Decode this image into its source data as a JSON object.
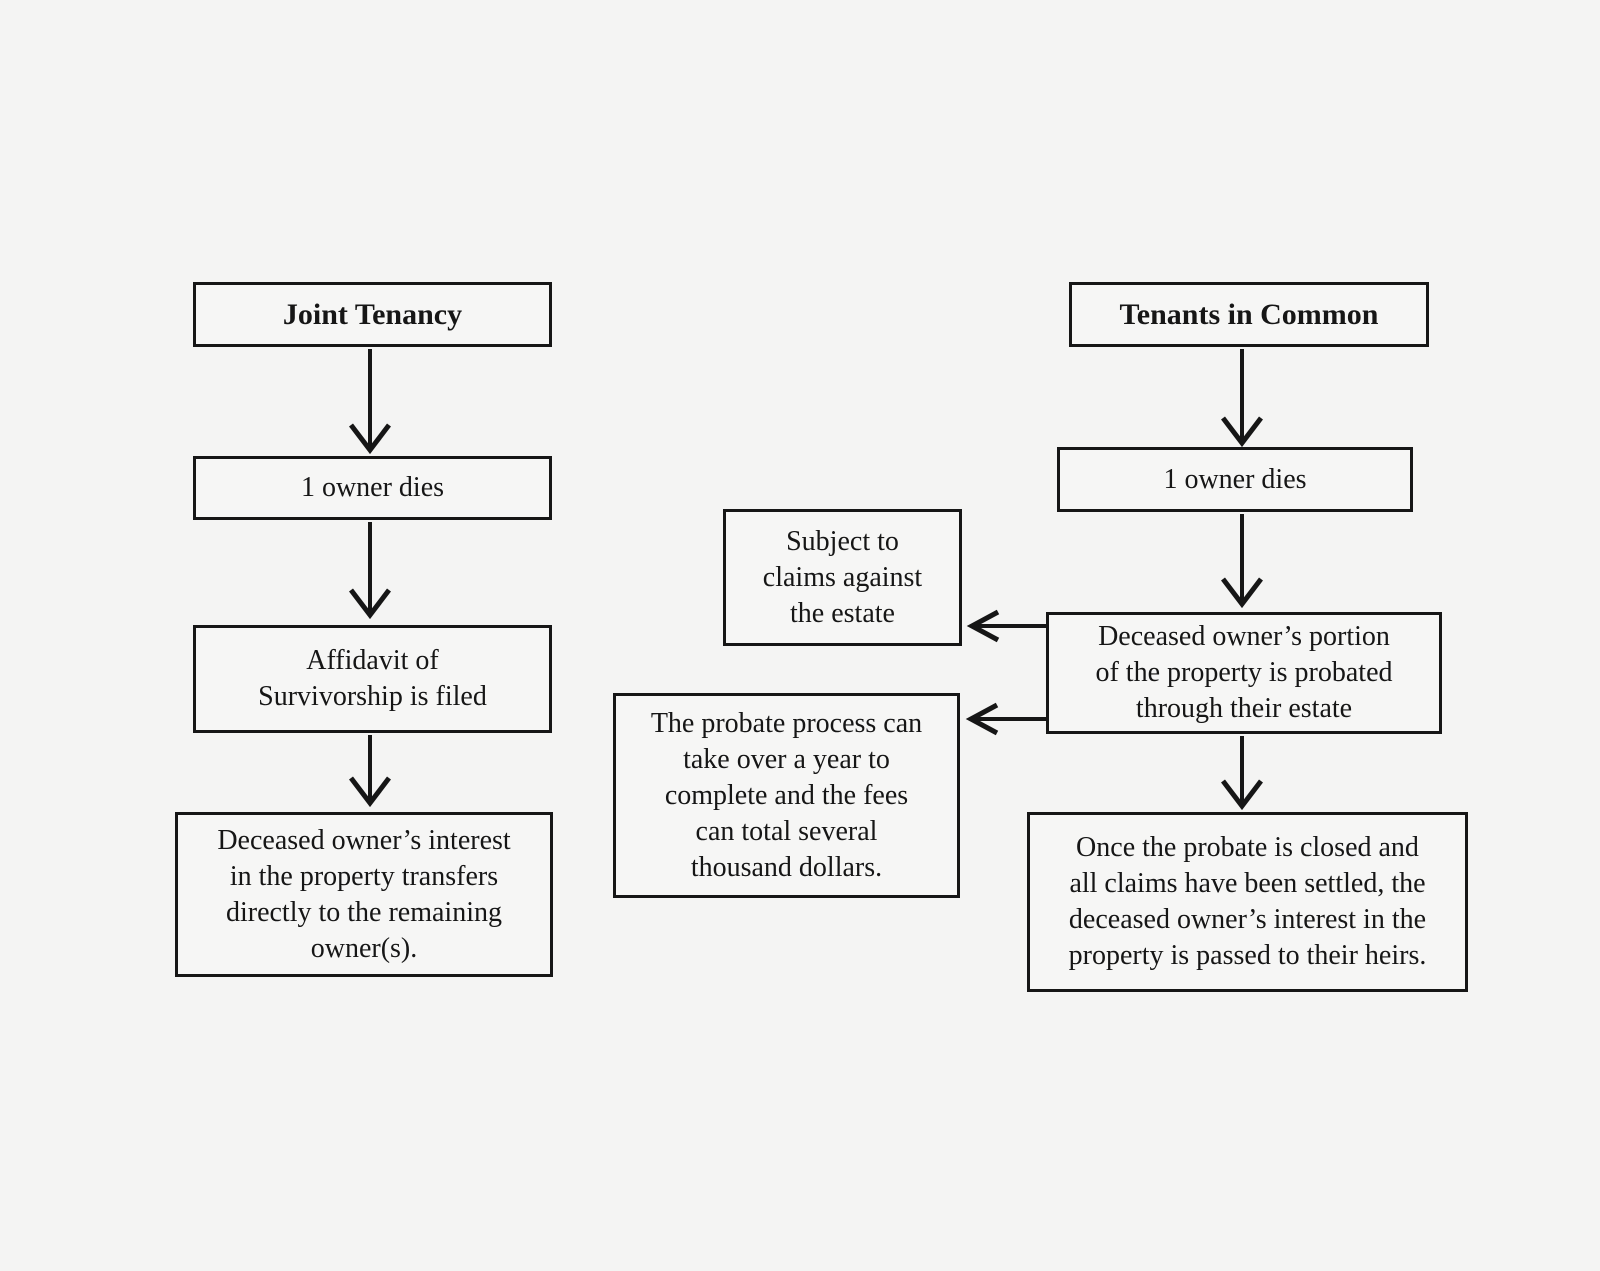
{
  "colors": {
    "background": "#f4f4f3",
    "box_fill": "#f6f6f5",
    "border": "#161616",
    "text": "#161616"
  },
  "joint_tenancy": {
    "header": "Joint Tenancy",
    "step_owner_dies": "1 owner dies",
    "step_affidavit": "Affidavit of\nSurvivorship is filed",
    "step_transfer": "Deceased owner’s interest\nin the property transfers\ndirectly to the remaining\nowner(s)."
  },
  "tenants_in_common": {
    "header": "Tenants in Common",
    "step_owner_dies": "1 owner dies",
    "step_probate": "Deceased owner’s portion\nof the property is probated\nthrough their estate",
    "step_heirs": "Once the probate is closed and\nall claims have been settled, the\ndeceased owner’s interest in the\nproperty is passed to their heirs."
  },
  "side_notes": {
    "claims": "Subject to\nclaims against\nthe estate",
    "probate_duration": "The probate process can\ntake over a year to\ncomplete and the fees\ncan total several\nthousand dollars."
  }
}
